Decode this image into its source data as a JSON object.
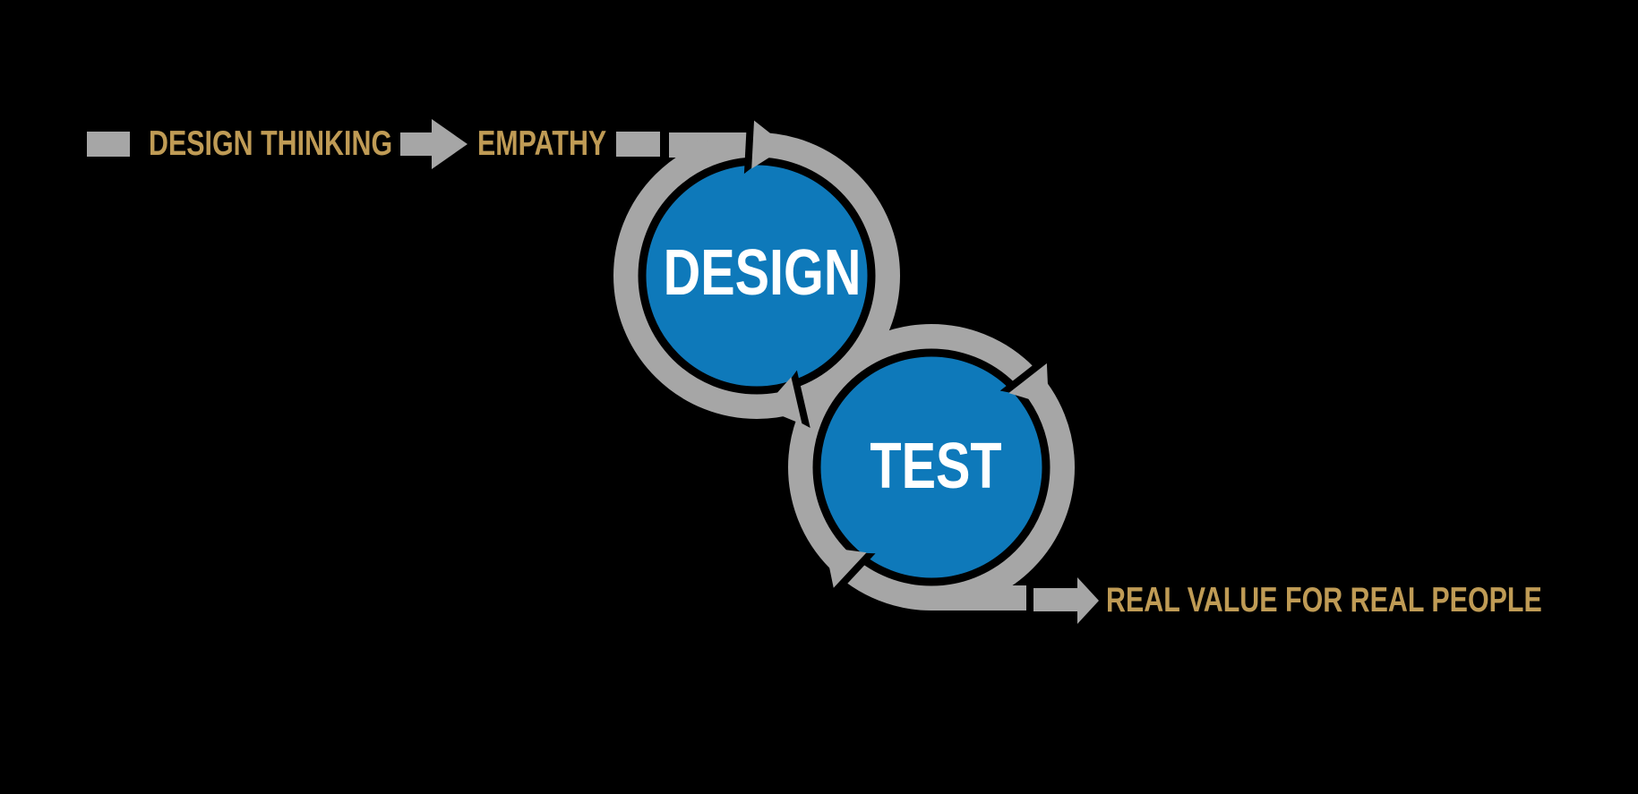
{
  "diagram": {
    "title_label": "DESIGN THINKING",
    "step_label": "EMPATHY",
    "cycle1_label": "DESIGN",
    "cycle2_label": "TEST",
    "result_label": "REAL VALUE FOR REAL PEOPLE"
  },
  "colors": {
    "background": "#000000",
    "gray": "#A6A6A6",
    "blue": "#0E79BA",
    "gold": "#BF9B55",
    "white": "#FFFFFF",
    "black": "#000000"
  }
}
